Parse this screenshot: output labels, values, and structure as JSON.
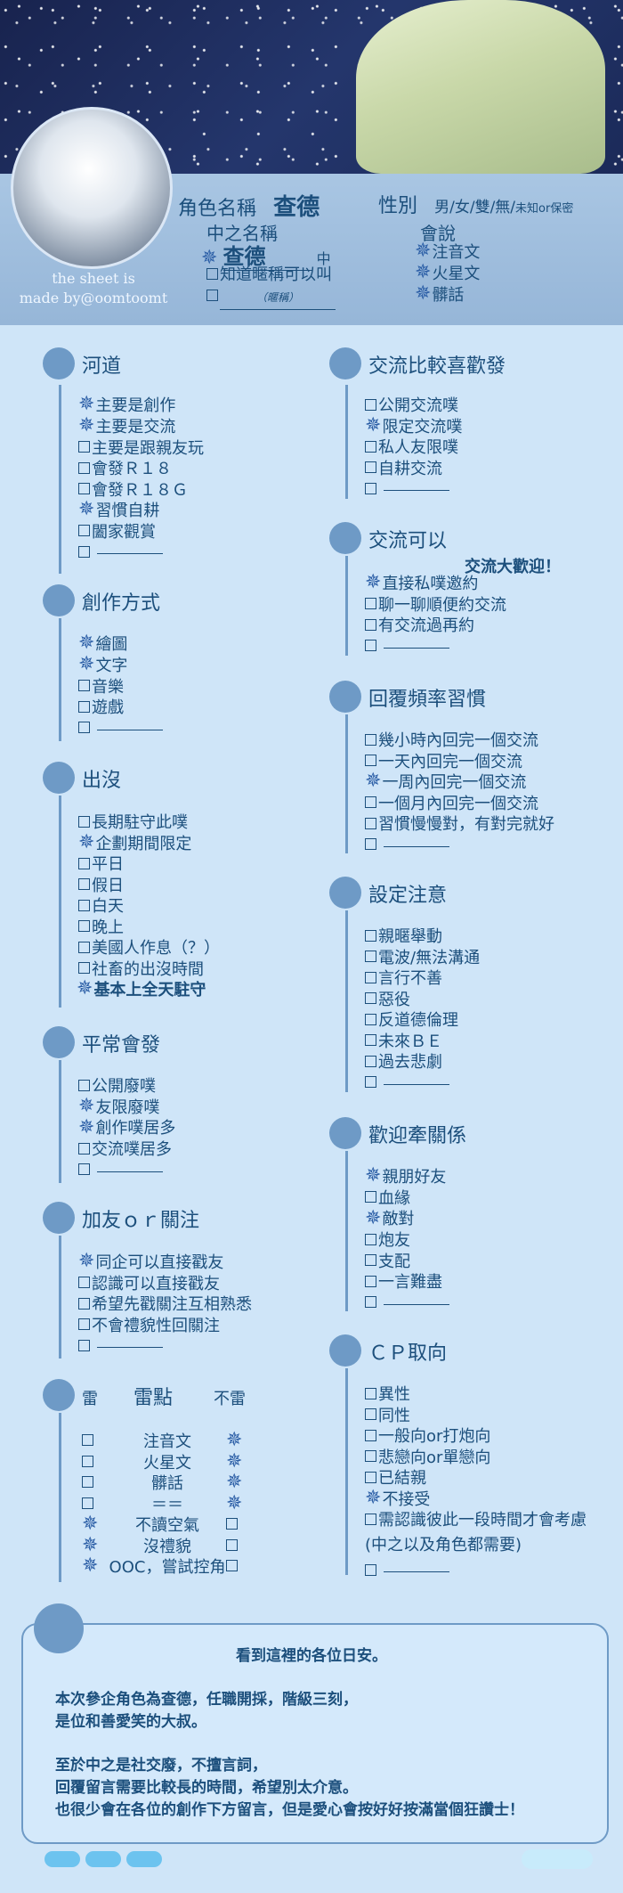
{
  "header": {
    "char_label": "角色名稱",
    "char_name": "查德",
    "gender_label": "性別",
    "gender_options": "男/女/雙/無/",
    "gender_unknown": "未知or保密",
    "nick_label": "中之名稱",
    "nick_value": "查德",
    "nick_suffix": "中",
    "nick_opt1": "知道暱稱可以叫",
    "nick_opt2_hint": "（暱稱）",
    "lang_label": "會說",
    "lang_items": [
      "注音文",
      "火星文",
      "髒話"
    ],
    "credit": [
      "the sheet is",
      "made by@oomtoomt"
    ]
  },
  "sections": {
    "hedao": {
      "title": "河道",
      "items": [
        {
          "text": "主要是創作",
          "checked": true
        },
        {
          "text": "主要是交流",
          "checked": true
        },
        {
          "text": "主要是跟親友玩",
          "checked": false
        },
        {
          "text": "會發Ｒ１８",
          "checked": false
        },
        {
          "text": "會發Ｒ１８Ｇ",
          "checked": false
        },
        {
          "text": "習慣自耕",
          "checked": true
        },
        {
          "text": "闔家觀賞",
          "checked": false
        }
      ]
    },
    "chuangzuo": {
      "title": "創作方式",
      "items": [
        {
          "text": "繪圖",
          "checked": true
        },
        {
          "text": "文字",
          "checked": true
        },
        {
          "text": "音樂",
          "checked": false
        },
        {
          "text": "遊戲",
          "checked": false
        }
      ]
    },
    "chumo": {
      "title": "出沒",
      "items": [
        {
          "text": "長期駐守此噗",
          "checked": false
        },
        {
          "text": "企劃期間限定",
          "checked": true
        },
        {
          "text": "平日",
          "checked": false
        },
        {
          "text": "假日",
          "checked": false
        },
        {
          "text": "白天",
          "checked": false
        },
        {
          "text": "晚上",
          "checked": false
        },
        {
          "text": "美國人作息（？）",
          "checked": false
        },
        {
          "text": "社畜的出沒時間",
          "checked": false
        }
      ],
      "extra": "基本上全天駐守"
    },
    "pingchang": {
      "title": "平常會發",
      "items": [
        {
          "text": "公開廢噗",
          "checked": false
        },
        {
          "text": "友限廢噗",
          "checked": true
        },
        {
          "text": "創作噗居多",
          "checked": true
        },
        {
          "text": "交流噗居多",
          "checked": false
        }
      ]
    },
    "jiayou": {
      "title": "加友ｏｒ關注",
      "items": [
        {
          "text": "同企可以直接戳友",
          "checked": true
        },
        {
          "text": "認識可以直接戳友",
          "checked": false
        },
        {
          "text": "希望先戳關注互相熟悉",
          "checked": false
        },
        {
          "text": "不會禮貌性回關注",
          "checked": false
        }
      ]
    },
    "jiaoliu_fa": {
      "title": "交流比較喜歡發",
      "items": [
        {
          "text": "公開交流噗",
          "checked": false
        },
        {
          "text": "限定交流噗",
          "checked": true
        },
        {
          "text": "私人友限噗",
          "checked": false
        },
        {
          "text": "自耕交流",
          "checked": false
        }
      ]
    },
    "jiaoliu_ke": {
      "title": "交流可以",
      "note": "交流大歡迎！",
      "items": [
        {
          "text": "直接私噗邀約",
          "checked": true
        },
        {
          "text": "聊一聊順便約交流",
          "checked": false
        },
        {
          "text": "有交流過再約",
          "checked": false
        }
      ]
    },
    "huifu": {
      "title": "回覆頻率習慣",
      "items": [
        {
          "text": "幾小時內回完一個交流",
          "checked": false
        },
        {
          "text": "一天內回完一個交流",
          "checked": false
        },
        {
          "text": "一周內回完一個交流",
          "checked": true
        },
        {
          "text": "一個月內回完一個交流",
          "checked": false
        },
        {
          "text": "習慣慢慢對，有對完就好",
          "checked": false
        }
      ]
    },
    "sheding": {
      "title": "設定注意",
      "items": [
        {
          "text": "親暱舉動",
          "checked": false
        },
        {
          "text": "電波/無法溝通",
          "checked": false
        },
        {
          "text": "言行不善",
          "checked": false
        },
        {
          "text": "惡役",
          "checked": false
        },
        {
          "text": "反道德倫理",
          "checked": false
        },
        {
          "text": "未來ＢＥ",
          "checked": false
        },
        {
          "text": "過去悲劇",
          "checked": false
        }
      ]
    },
    "guanxi": {
      "title": "歡迎牽關係",
      "items": [
        {
          "text": "親朋好友",
          "checked": true
        },
        {
          "text": "血緣",
          "checked": false
        },
        {
          "text": "敵對",
          "checked": true
        },
        {
          "text": "炮友",
          "checked": false
        },
        {
          "text": "支配",
          "checked": false
        },
        {
          "text": "一言難盡",
          "checked": false
        }
      ]
    },
    "cp": {
      "title": "ＣＰ取向",
      "items": [
        {
          "text": "異性",
          "checked": false
        },
        {
          "text": "同性",
          "checked": false
        },
        {
          "text": "一般向or打炮向",
          "checked": false
        },
        {
          "text": "悲戀向or單戀向",
          "checked": false
        },
        {
          "text": "已結親",
          "checked": false
        },
        {
          "text": "不接受",
          "checked": true
        },
        {
          "text": "需認識彼此一段時間才會考慮",
          "checked": false
        }
      ],
      "tail": "(中之以及角色都需要)"
    },
    "lei": {
      "left_label": "雷",
      "title": "雷點",
      "right_label": "不雷",
      "rows": [
        {
          "text": "注音文",
          "lei": false,
          "notlei": true
        },
        {
          "text": "火星文",
          "lei": false,
          "notlei": true
        },
        {
          "text": "髒話",
          "lei": false,
          "notlei": true
        },
        {
          "text": "＝＝",
          "lei": false,
          "notlei": true
        },
        {
          "text": "不讀空氣",
          "lei": true,
          "notlei": false
        },
        {
          "text": "沒禮貌",
          "lei": true,
          "notlei": false
        },
        {
          "text": "OOC，嘗試控角",
          "lei": true,
          "notlei": false
        }
      ]
    }
  },
  "note": {
    "lines": [
      "看到這裡的各位日安。",
      "本次參企角色為查德，任職開採，階級三刻，",
      "是位和善愛笑的大叔。",
      "至於中之是社交廢，不擅言詞，",
      "回覆留言需要比較長的時間，希望別太介意。",
      "也很少會在各位的創作下方留言，但是愛心會按好好按滿當個狂讚士！"
    ]
  },
  "colors": {
    "accent": "#6e9ac6",
    "text": "#1c4f7c",
    "star": "#2b5ea6"
  }
}
